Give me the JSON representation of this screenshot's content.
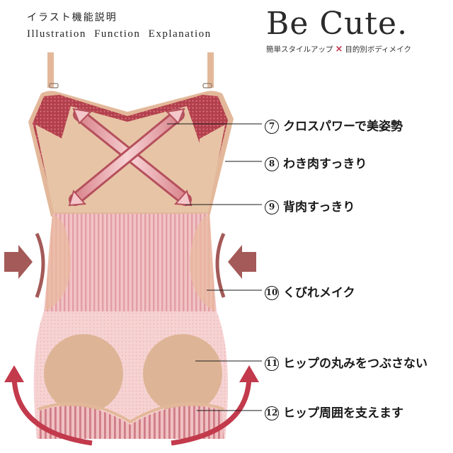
{
  "header": {
    "title_jp": "イラスト機能説明",
    "title_en": "Illustration Function Explanation"
  },
  "brand": {
    "name": "Be Cute.",
    "tagline_left": "簡単スタイルアップ",
    "tagline_cross": "×",
    "tagline_right": "目的別ボディメイク"
  },
  "callouts": [
    {
      "num": "7",
      "text": "クロスパワーで美姿勢"
    },
    {
      "num": "8",
      "text": "わき肉すっきり"
    },
    {
      "num": "9",
      "text": "背肉すっきり"
    },
    {
      "num": "10",
      "text": "くびれメイク"
    },
    {
      "num": "11",
      "text": "ヒップの丸みをつぶさない"
    },
    {
      "num": "12",
      "text": "ヒップ周囲を支えます"
    }
  ],
  "colors": {
    "skin": "#e6c2a4",
    "trim": "#e3b89a",
    "mesh_red": "#b8414f",
    "pink_panel": "#f3c9c9",
    "pink_stripe": "#e8a9ad",
    "arrow_dark": "#a65a58",
    "arrow_red": "#c23a4c",
    "cross_arrow": "#e9a3a8"
  }
}
